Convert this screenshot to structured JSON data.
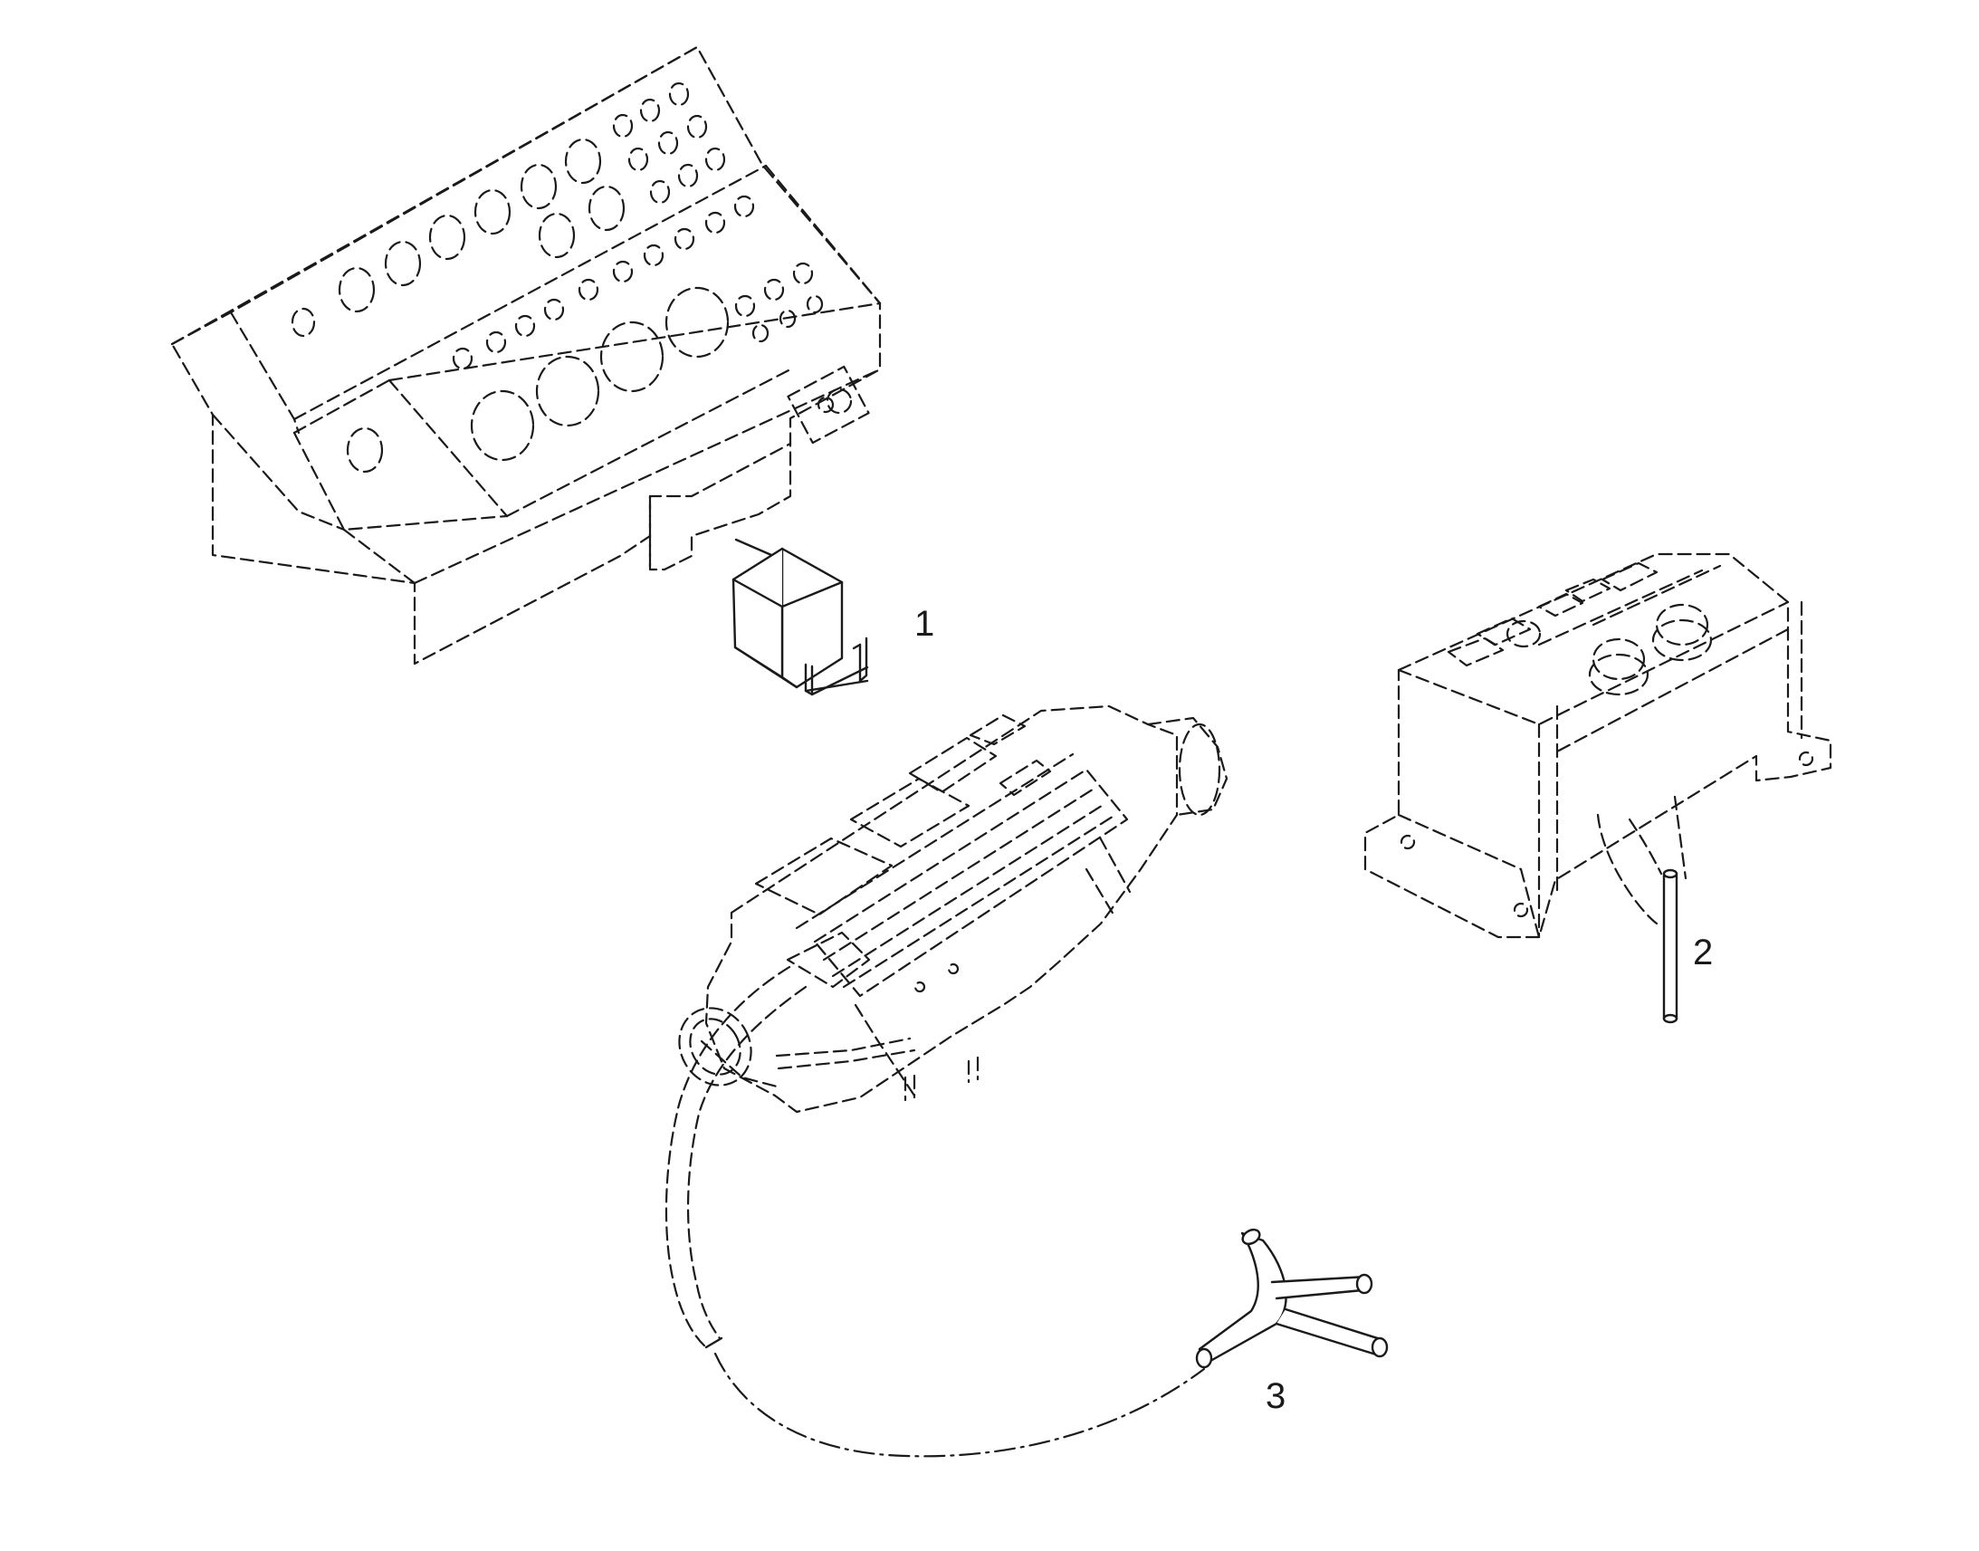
{
  "callouts": {
    "relay": "1",
    "control_unit_harness": "2",
    "heater_harness": "3"
  }
}
